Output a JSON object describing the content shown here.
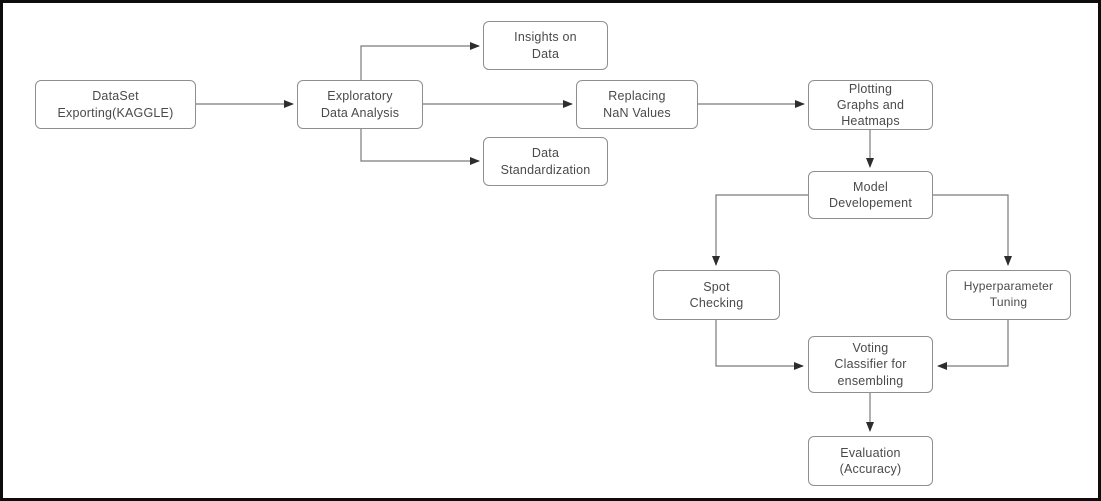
{
  "diagram": {
    "type": "flowchart",
    "nodes": [
      {
        "id": "dataset-exporting",
        "label": "DataSet\nExporting(KAGGLE)"
      },
      {
        "id": "exploratory-data-analysis",
        "label": "Exploratory\nData Analysis"
      },
      {
        "id": "insights-on-data",
        "label": "Insights on\nData"
      },
      {
        "id": "replacing-nan-values",
        "label": "Replacing\nNaN Values"
      },
      {
        "id": "data-standardization",
        "label": "Data\nStandardization"
      },
      {
        "id": "plotting-graphs-heatmaps",
        "label": "Plotting\nGraphs and\nHeatmaps"
      },
      {
        "id": "model-developement",
        "label": "Model\nDevelopement"
      },
      {
        "id": "spot-checking",
        "label": "Spot\nChecking"
      },
      {
        "id": "hyperparameter-tuning",
        "label": "Hyperparameter\nTuning"
      },
      {
        "id": "voting-classifier",
        "label": "Voting\nClassifier for\nensembling"
      },
      {
        "id": "evaluation-accuracy",
        "label": "Evaluation\n(Accuracy)"
      }
    ],
    "edges": [
      {
        "from": "dataset-exporting",
        "to": "exploratory-data-analysis"
      },
      {
        "from": "exploratory-data-analysis",
        "to": "insights-on-data"
      },
      {
        "from": "exploratory-data-analysis",
        "to": "replacing-nan-values"
      },
      {
        "from": "exploratory-data-analysis",
        "to": "data-standardization"
      },
      {
        "from": "replacing-nan-values",
        "to": "plotting-graphs-heatmaps"
      },
      {
        "from": "plotting-graphs-heatmaps",
        "to": "model-developement"
      },
      {
        "from": "model-developement",
        "to": "spot-checking"
      },
      {
        "from": "model-developement",
        "to": "hyperparameter-tuning"
      },
      {
        "from": "spot-checking",
        "to": "voting-classifier"
      },
      {
        "from": "hyperparameter-tuning",
        "to": "voting-classifier"
      },
      {
        "from": "voting-classifier",
        "to": "evaluation-accuracy"
      }
    ],
    "colors": {
      "background": "#ffffff",
      "frame": "#0d0d0d",
      "box_fill": "#ffffff",
      "box_border": "#8f8f8f",
      "text": "#4a4a4a",
      "line": "#7a7a7a",
      "arrowhead": "#2d2d2d"
    }
  }
}
